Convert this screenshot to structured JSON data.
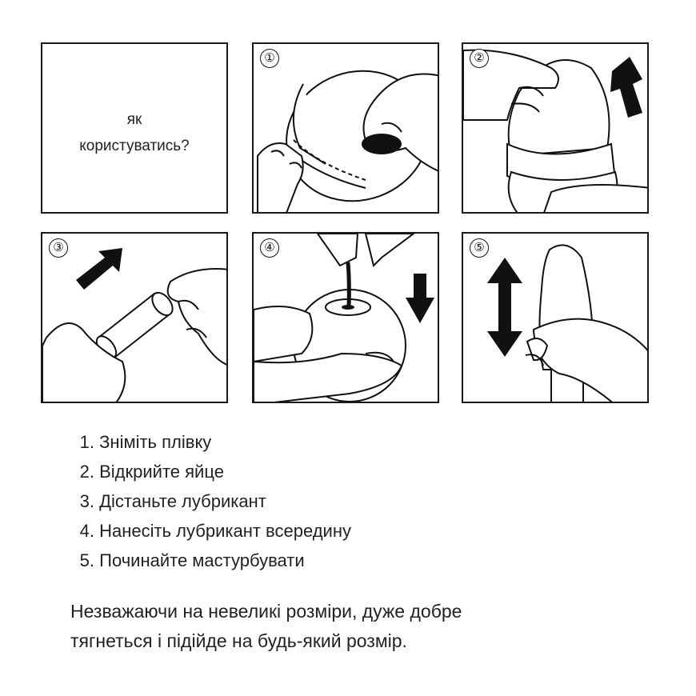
{
  "intro": {
    "line1": "як",
    "line2": "користуватись?"
  },
  "panels": [
    {
      "number": "①",
      "icon": "peel-film-illustration"
    },
    {
      "number": "②",
      "icon": "open-egg-illustration"
    },
    {
      "number": "③",
      "icon": "remove-lubricant-illustration"
    },
    {
      "number": "④",
      "icon": "apply-lubricant-illustration"
    },
    {
      "number": "⑤",
      "icon": "use-illustration"
    }
  ],
  "steps": [
    {
      "n": "1.",
      "text": "Зніміть плівку"
    },
    {
      "n": "2.",
      "text": "Відкрийте яйце"
    },
    {
      "n": "3.",
      "text": "Дістаньте лубрикант"
    },
    {
      "n": "4.",
      "text": "Нанесіть лубрикант всередину"
    },
    {
      "n": "5.",
      "text": "Починайте мастурбувати"
    }
  ],
  "note": {
    "line1": "Незважаючи на невеликі розміри, дуже добре",
    "line2": "тягнеться і підійде на будь-який розмір."
  },
  "colors": {
    "ink": "#1a1a1a",
    "background": "#ffffff"
  }
}
